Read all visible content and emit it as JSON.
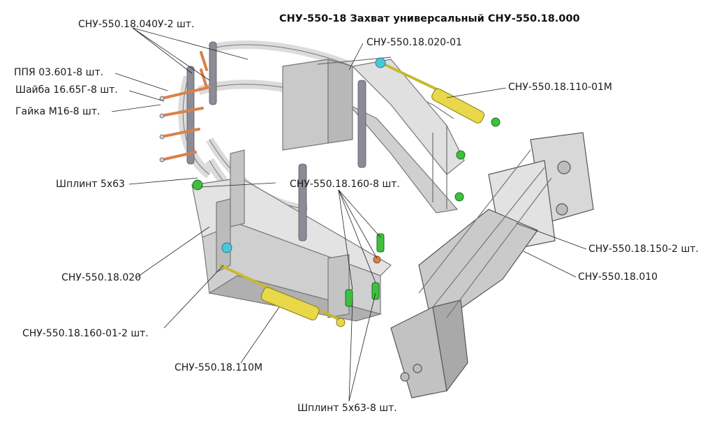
{
  "title": "СНУ-550-18 Захват универсальный   СНУ-550.18.000",
  "labels": {
    "l1": "СНУ-550.18.040У-2 шт.",
    "l2": "СНУ-550.18.020-01",
    "l3": "ППЯ 03.601-8 шт.",
    "l4": "Шайба 16.65Г-8 шт.",
    "l5": "Гайка М16-8 шт.",
    "l6": "СНУ-550.18.110-01М",
    "l7": "Шплинт 5х63",
    "l8": "СНУ-550.18.160-8 шт.",
    "l9": "СНУ-550.18.150-2 шт.",
    "l10": "СНУ-550.18.010",
    "l11": "СНУ-550.18.020",
    "l12": "СНУ-550.18.160-01-2 шт.",
    "l13": "СНУ-550.18.110М",
    "l14": "Шплинт 5х63-8 шт."
  },
  "colors": {
    "frame": "#d6d6d6",
    "frame_dark": "#8a8a8a",
    "cylinder": "#e8d84a",
    "bolt": "#d9814a",
    "pin_green": "#3fbf3f",
    "bracket_cyan": "#48c8d8",
    "rod": "#8c8c99"
  }
}
